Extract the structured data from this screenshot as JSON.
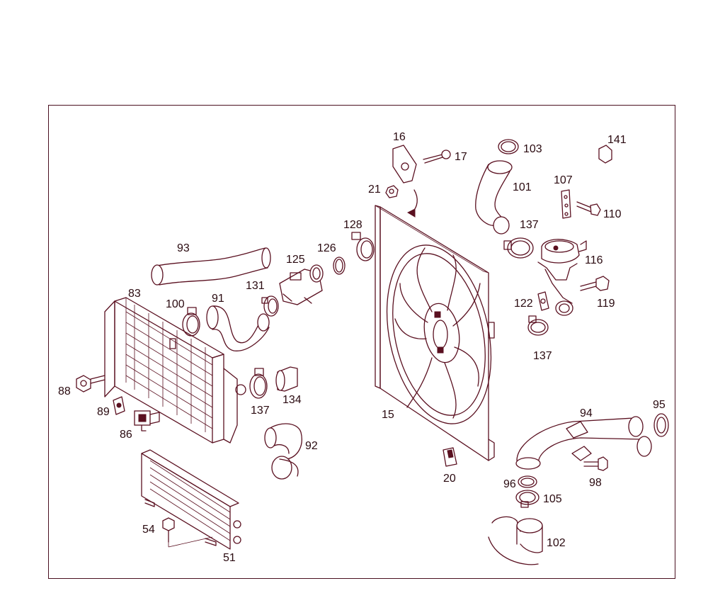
{
  "colors": {
    "line": "#5a1020",
    "frame": "#4a1020",
    "text": "#2a0a10",
    "background": "#ffffff"
  },
  "labels": {
    "p15": "15",
    "p16": "16",
    "p17": "17",
    "p20": "20",
    "p21": "21",
    "p51": "51",
    "p54": "54",
    "p83": "83",
    "p86": "86",
    "p88": "88",
    "p89": "89",
    "p91": "91",
    "p92": "92",
    "p93": "93",
    "p94": "94",
    "p95": "95",
    "p96": "96",
    "p98": "98",
    "p100": "100",
    "p101": "101",
    "p102": "102",
    "p103": "103",
    "p105": "105",
    "p107": "107",
    "p110": "110",
    "p116": "116",
    "p119": "119",
    "p122": "122",
    "p125": "125",
    "p126": "126",
    "p128": "128",
    "p131": "131",
    "p134": "134",
    "p137a": "137",
    "p137b": "137",
    "p137c": "137",
    "p141": "141"
  }
}
